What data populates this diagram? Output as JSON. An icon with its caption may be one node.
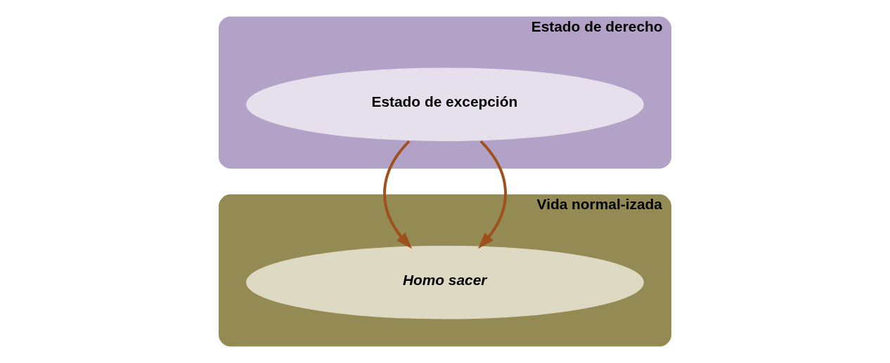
{
  "diagram": {
    "nodes": [
      {
        "text": [
          "Estado de derecho"
        ]
      },
      {
        "text": [
          "Estado de excepción"
        ],
        "in": 0
      },
      {
        "text": [
          "Vida normal-izada"
        ]
      },
      {
        "text": [
          "Homo sacer"
        ],
        "in": 2
      }
    ],
    "edges": [
      {
        "from": 1,
        "to": 3,
        "arrow": "to"
      },
      {
        "from": 1,
        "to": 3,
        "arrow": "to"
      }
    ]
  }
}
